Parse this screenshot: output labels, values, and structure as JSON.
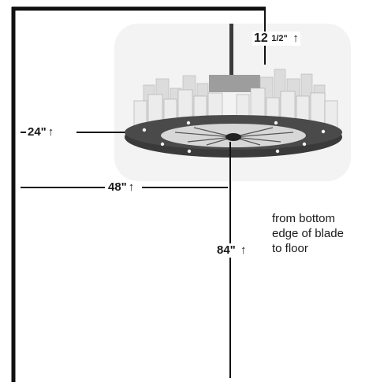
{
  "labels": {
    "dim_12": {
      "value": "12",
      "fraction": "1/2\"",
      "arrow": "↑"
    },
    "dim_24": {
      "value": "24\"",
      "arrow": "↑"
    },
    "dim_48": {
      "value": "48\"",
      "arrow": "↑"
    },
    "dim_84": {
      "value": "84\"",
      "arrow": "↑"
    }
  },
  "note": {
    "line1": "from bottom",
    "line2": "edge of blade",
    "line3": "to floor"
  },
  "colors": {
    "line": "#111111",
    "fixture_ring": "#3a3a3a",
    "candle": "#e9e9e9",
    "candle_shade": "#bdbdbd",
    "background_glow": "#f1f1f1"
  }
}
